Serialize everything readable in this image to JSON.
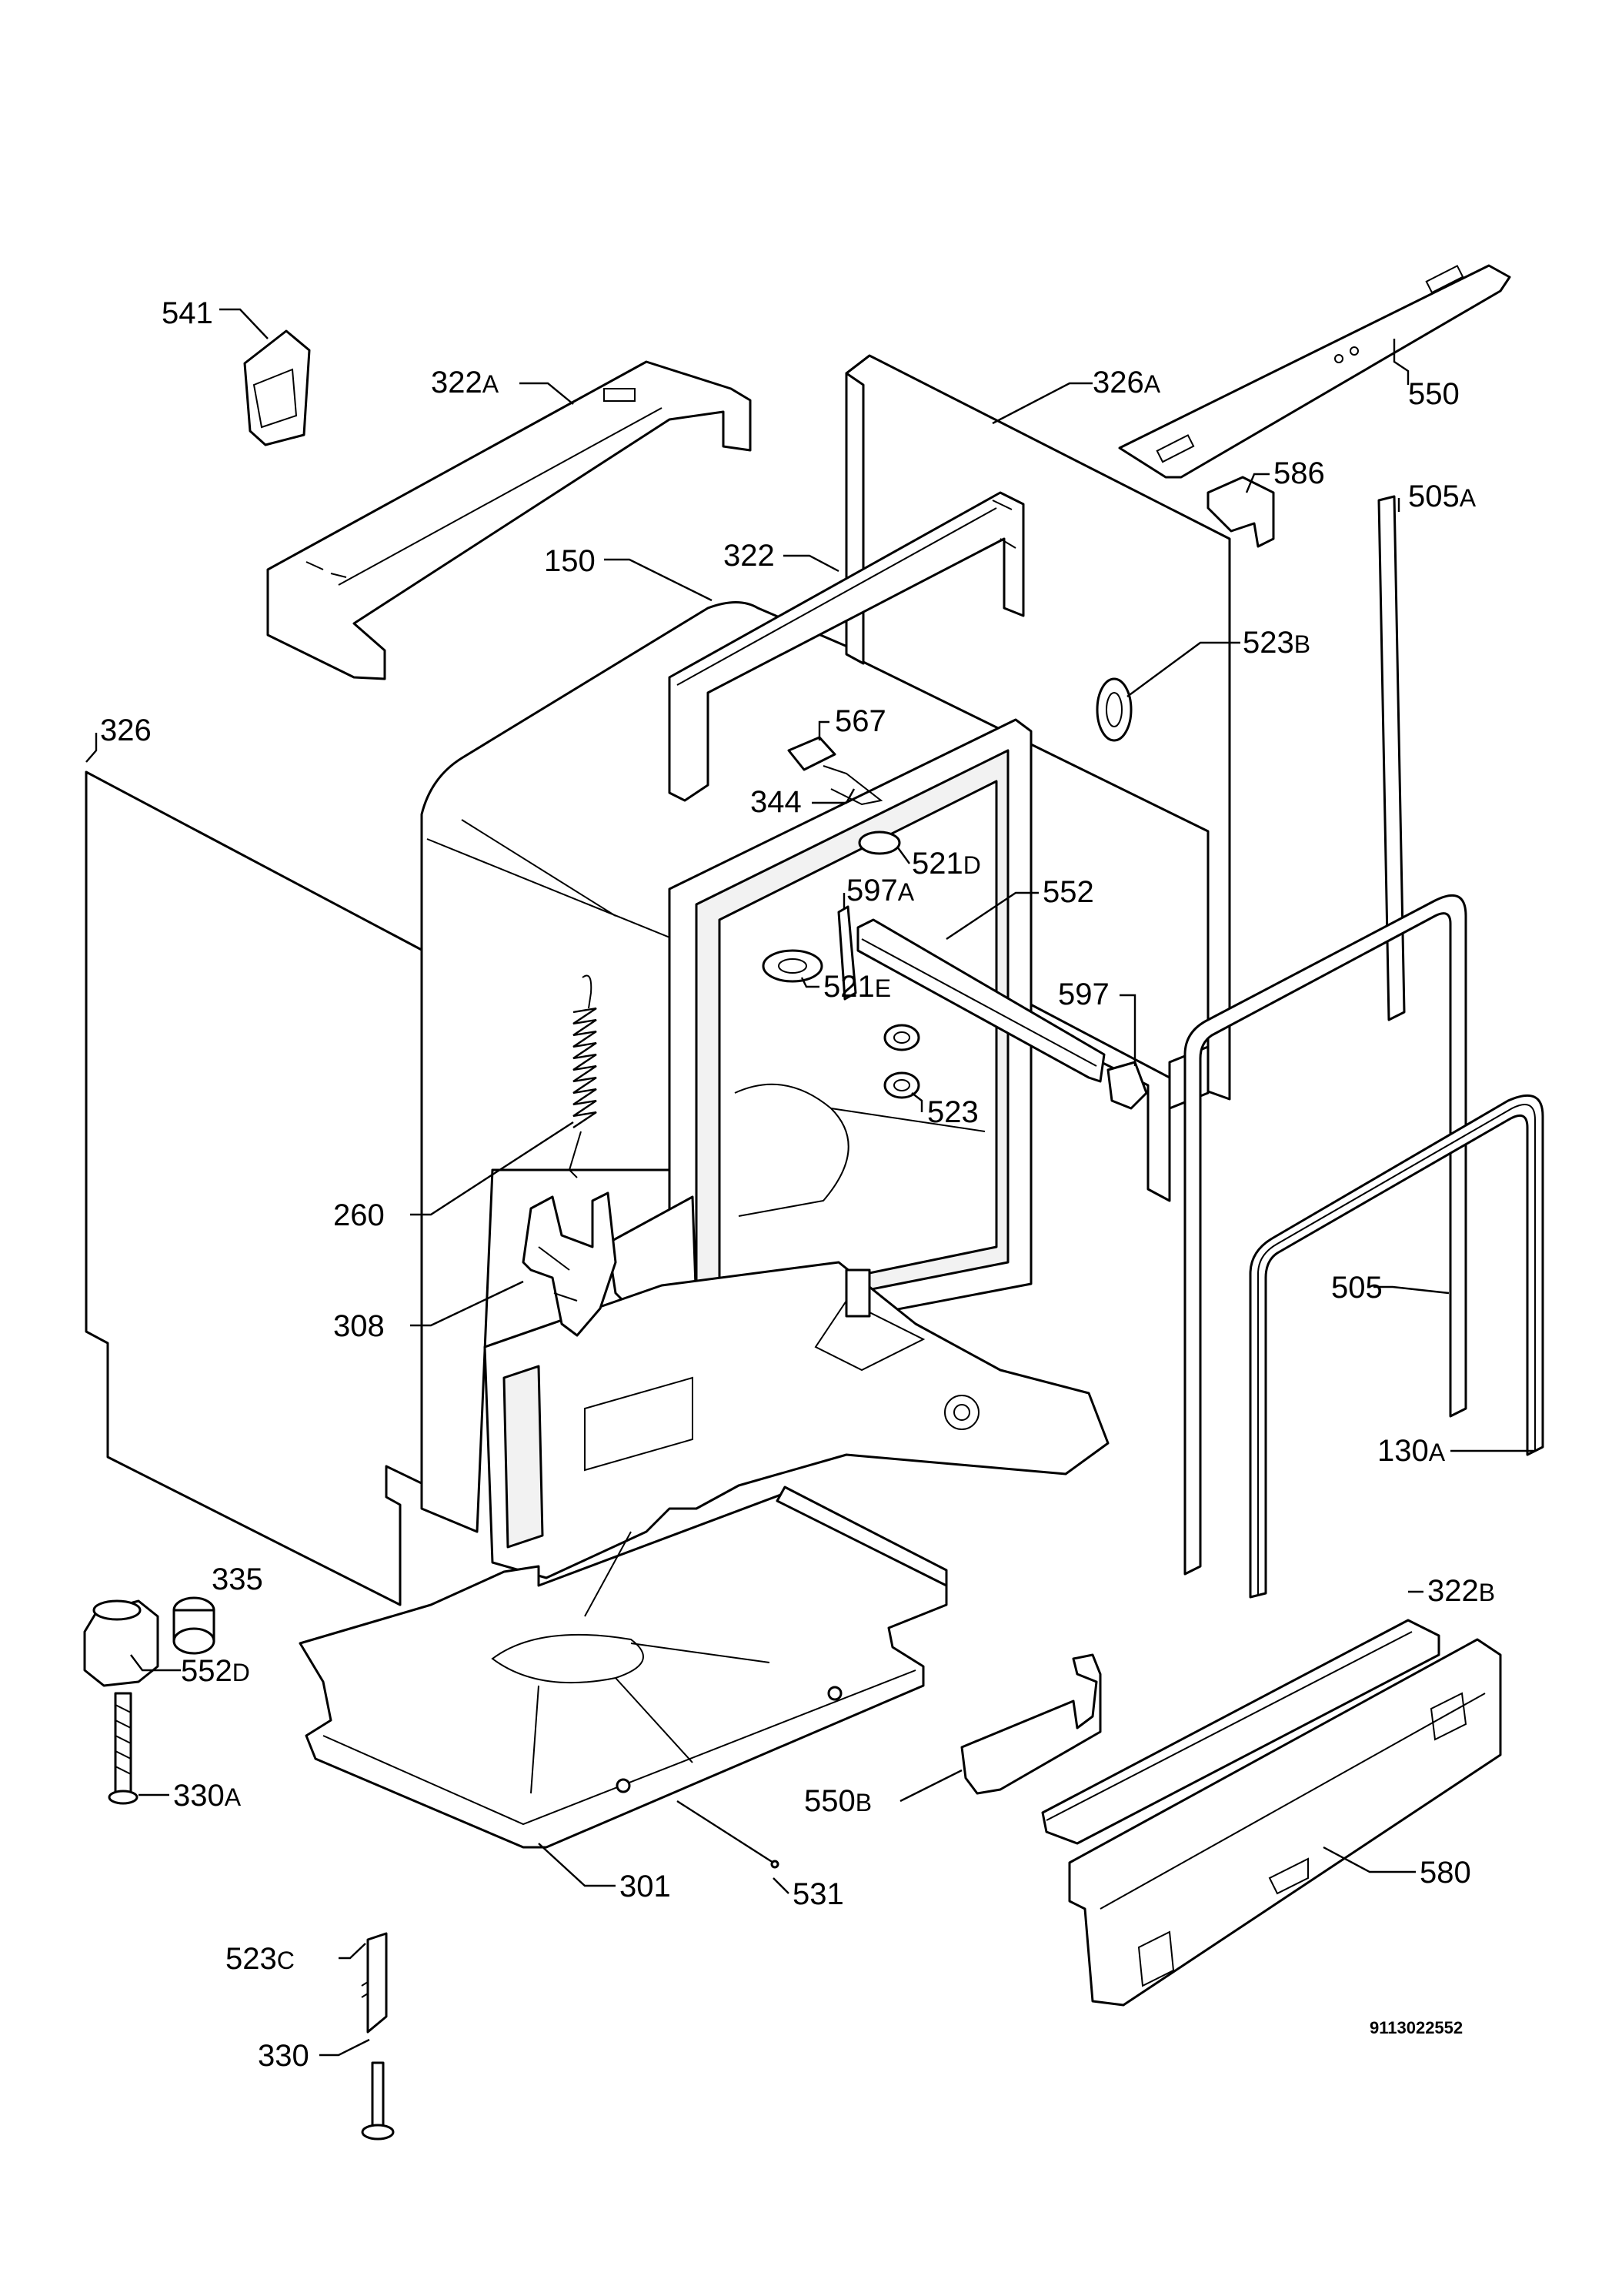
{
  "diagram": {
    "drawing_number": "9113022552",
    "callouts": [
      {
        "id": "c541",
        "num": "541",
        "sfx": ""
      },
      {
        "id": "c322a",
        "num": "322",
        "sfx": "A"
      },
      {
        "id": "c326a",
        "num": "326",
        "sfx": "A"
      },
      {
        "id": "c550",
        "num": "550",
        "sfx": ""
      },
      {
        "id": "c586",
        "num": "586",
        "sfx": ""
      },
      {
        "id": "c505a",
        "num": "505",
        "sfx": "A"
      },
      {
        "id": "c150",
        "num": "150",
        "sfx": ""
      },
      {
        "id": "c322",
        "num": "322",
        "sfx": ""
      },
      {
        "id": "c523b",
        "num": "523",
        "sfx": "B"
      },
      {
        "id": "c326",
        "num": "326",
        "sfx": ""
      },
      {
        "id": "c567",
        "num": "567",
        "sfx": ""
      },
      {
        "id": "c344",
        "num": "344",
        "sfx": ""
      },
      {
        "id": "c521d",
        "num": "521",
        "sfx": "D"
      },
      {
        "id": "c597a",
        "num": "597",
        "sfx": "A"
      },
      {
        "id": "c552",
        "num": "552",
        "sfx": ""
      },
      {
        "id": "c521e",
        "num": "521",
        "sfx": "E"
      },
      {
        "id": "c597",
        "num": "597",
        "sfx": ""
      },
      {
        "id": "c523",
        "num": "523",
        "sfx": ""
      },
      {
        "id": "c260",
        "num": "260",
        "sfx": ""
      },
      {
        "id": "c505",
        "num": "505",
        "sfx": ""
      },
      {
        "id": "c308",
        "num": "308",
        "sfx": ""
      },
      {
        "id": "c130a",
        "num": "130",
        "sfx": "A"
      },
      {
        "id": "c335",
        "num": "335",
        "sfx": ""
      },
      {
        "id": "c322b",
        "num": "322",
        "sfx": "B"
      },
      {
        "id": "c552d",
        "num": "552",
        "sfx": "D"
      },
      {
        "id": "c330a",
        "num": "330",
        "sfx": "A"
      },
      {
        "id": "c550b",
        "num": "550",
        "sfx": "B"
      },
      {
        "id": "c580",
        "num": "580",
        "sfx": ""
      },
      {
        "id": "c301",
        "num": "301",
        "sfx": ""
      },
      {
        "id": "c531",
        "num": "531",
        "sfx": ""
      },
      {
        "id": "c523c",
        "num": "523",
        "sfx": "C"
      },
      {
        "id": "c330",
        "num": "330",
        "sfx": ""
      }
    ]
  }
}
